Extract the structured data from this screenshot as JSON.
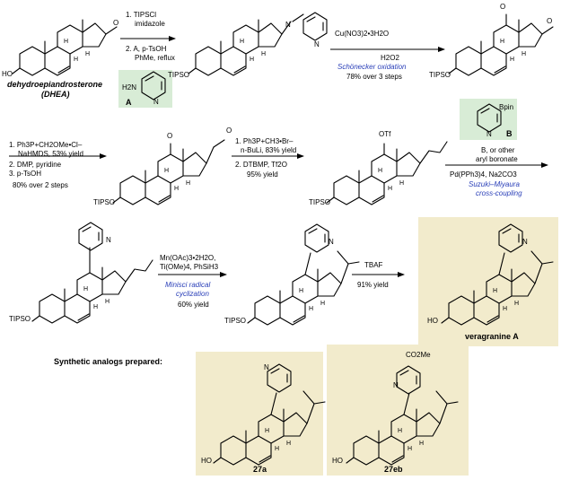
{
  "colors": {
    "panel": "#f2ebcc",
    "reagent_box": "#d8ecd6",
    "blue_text": "#2a3fb8"
  },
  "compounds": {
    "dhea_name": "dehydroepiandrosterone",
    "dhea_abbr": "(DHEA)",
    "reagent_a_label": "A",
    "reagent_b_label": "B",
    "bpin": "Bpin",
    "veragranine": "veragranine A",
    "analog_1": "27a",
    "analog_2": "27eb"
  },
  "atoms": {
    "oxo": "O",
    "hydroxyl": "HO",
    "tips_ether": "TIPSO",
    "nitrogen": "N",
    "h": "H",
    "otf": "OTf",
    "h2n": "H2N",
    "ester": "CO2Me"
  },
  "steps": {
    "step1": [
      "1. TIPSCl",
      "imidazole",
      "2. A, p-TsOH",
      "PhMe, reflux"
    ],
    "step2": [
      "Cu(NO3)2•3H2O",
      "H2O2"
    ],
    "step2_name": "Schönecker oxidation",
    "step2_yield": "78% over 3 steps",
    "step3": [
      "1. Ph3P+CH2OMe•Cl–",
      "NaHMDS, 53% yield",
      "2. DMP, pyridine",
      "3. p-TsOH",
      "80% over 2 steps"
    ],
    "step4": [
      "1. Ph3P+CH3•Br–",
      "n-BuLi, 83% yield",
      "2. DTBMP, Tf2O",
      "95% yield"
    ],
    "step5": [
      "B, or other",
      "aryl boronate",
      "Pd(PPh3)4, Na2CO3"
    ],
    "step5_name": [
      "Suzuki–Miyaura",
      "cross-coupling"
    ],
    "step6": [
      "Mn(OAc)3•2H2O,",
      "Ti(OMe)4, PhSiH3"
    ],
    "step6_name": [
      "Minisci radical",
      "cyclization"
    ],
    "step6_yield": "60% yield",
    "step7": [
      "TBAF",
      "91% yield"
    ]
  },
  "analogs_heading": "Synthetic analogs prepared:"
}
